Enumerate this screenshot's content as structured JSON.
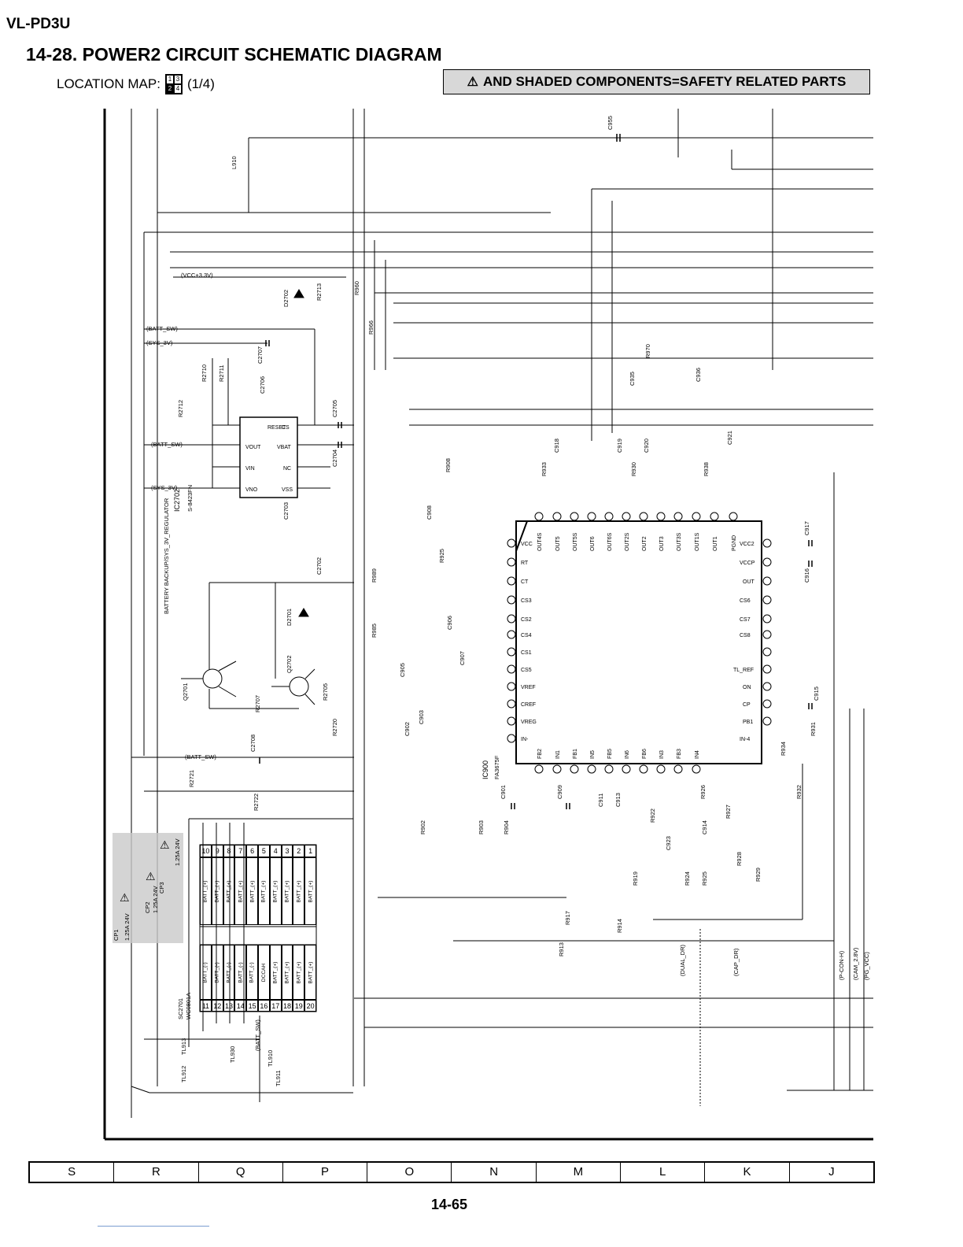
{
  "header": {
    "model": "VL-PD3U",
    "title": "14-28. POWER2 CIRCUIT SCHEMATIC DIAGRAM",
    "location_label": "LOCATION MAP:",
    "location_cells": [
      "1",
      "3",
      "2",
      "4"
    ],
    "location_page": "(1/4)",
    "safety_note": "AND SHADED COMPONENTS=SAFETY RELATED PARTS"
  },
  "ic2702": {
    "ref": "IC2702",
    "part": "S-8423FN",
    "pins": [
      "RESET",
      "CS",
      "VOUT",
      "VBAT",
      "VIN",
      "NC",
      "VNO",
      "VSS"
    ],
    "note": "BATTERY BACKUP/SYS_3V_REGULATOR"
  },
  "ic900": {
    "ref": "IC900",
    "part": "FA3675F",
    "top_pins": [
      "OUT4S",
      "OUT5",
      "OUT5S",
      "OUT6",
      "OUT6S",
      "OUT2S",
      "OUT2",
      "OUT3",
      "OUT3S",
      "OUT1S",
      "OUT1",
      "PGND"
    ],
    "left_pins": [
      "VCC",
      "RT",
      "CT",
      "CS3",
      "CS2",
      "CS4",
      "CS1",
      "CS5",
      "VREF",
      "CREF",
      "VREG",
      "IN-"
    ],
    "right_pins": [
      "VCC2",
      "VCCP",
      "OUT",
      "CS6",
      "CS7",
      "CS8",
      "TL_REF",
      "ON",
      "CP",
      "PB1",
      "IN-4"
    ],
    "bottom_pins": [
      "FB2",
      "IN1",
      "FB1",
      "IN5",
      "FB5",
      "IN6",
      "FB6",
      "IN3",
      "FB3",
      "IN4"
    ]
  },
  "components": {
    "l910": "L910",
    "r2712": "R2712",
    "r2710": "R2710",
    "r2711": "R2711",
    "c2707": "C2707",
    "c2706": "C2706",
    "c2705": "C2705",
    "c2704": "C2704",
    "c2703": "C2703",
    "c2702": "C2702",
    "c2708": "C2708",
    "d2702": "D2702",
    "d2701": "D2701",
    "r2713": "R2713",
    "q2701": "Q2701",
    "q2702": "Q2702",
    "r2721": "R2721",
    "r2722": "R2722",
    "r2705": "R2705",
    "r2720": "R2720",
    "r2707": "R2707",
    "r960": "R960",
    "r966": "R966",
    "r908": "R908",
    "c908": "C908",
    "r925": "R925",
    "r989": "R989",
    "r985": "R985",
    "c903": "C903",
    "c902": "C902",
    "c906": "C906",
    "c907": "C907",
    "c905": "C905",
    "c935": "C935",
    "c936": "C936",
    "r970": "R970",
    "r933": "R933",
    "r930": "R930",
    "r938": "R938",
    "c917": "C917",
    "c916": "C916",
    "c915": "C915",
    "r931": "R931",
    "r932": "R932",
    "r934": "R934",
    "c955": "C955",
    "c918": "C918",
    "c919": "C919",
    "c920": "C920",
    "c921": "C921",
    "c901": "C901",
    "c909": "C909",
    "c911": "C911",
    "c913": "C913",
    "r902": "R902",
    "r903": "R903",
    "r904": "R904",
    "r917": "R917",
    "r913": "R913",
    "r914": "R914",
    "r919": "R919",
    "r922": "R922",
    "r926": "R926",
    "r927": "R927",
    "r928": "R928",
    "c914": "C914",
    "c923": "C923",
    "r924": "R924",
    "r925b": "R925",
    "r929": "R929"
  },
  "nets": {
    "n1": "(VCC+3.3V)",
    "n2": "(BATT_SW)",
    "n3": "(SYS_3V)",
    "n4": "(BATT_SW)",
    "n5": "(SYS_3V)",
    "n6": "(BATT_SW)",
    "n7": "(BATT_SW)",
    "n8": "(DUAL_DR)",
    "n9": "(CAP_DR)",
    "n10": "(P-CON-H)",
    "n11": "(CAM_2.8V)",
    "n12": "(PG_VCC)"
  },
  "connector": {
    "ref": "SC2701",
    "part": "WC0801A",
    "left_pins": [
      "10",
      "9",
      "8",
      "7",
      "6",
      "5",
      "4",
      "3",
      "2",
      "1"
    ],
    "left_names": [
      "BATT_(+)",
      "BATT_(+)",
      "BATT_(+)",
      "BATT_(+)",
      "BATT_(+)",
      "BATT_(+)",
      "BATT_(+)",
      "BATT_(+)",
      "BATT_(+)",
      "BATT_(+)"
    ],
    "right_pins": [
      "11",
      "12",
      "13",
      "14",
      "15",
      "16",
      "17",
      "18",
      "19",
      "20"
    ],
    "right_names": [
      "BATT_(-)",
      "BATT_(-)",
      "BATT_(-)",
      "BATT_(-)",
      "BATT_(-)",
      "DCCAH",
      "BATT_(+)",
      "BATT_(+)",
      "BATT_(+)",
      "BATT_(+)"
    ]
  },
  "fuses": {
    "cp1": "CP1",
    "cp2": "CP2",
    "cp3": "CP3",
    "rating1": "1.25A 24V",
    "rating2": "1.25A 24V",
    "rating3": "1.25A 24V"
  },
  "testpoints": [
    "TL912",
    "TL913",
    "TL930",
    "TL910",
    "TL911"
  ],
  "grid_columns": [
    "S",
    "R",
    "Q",
    "P",
    "O",
    "N",
    "M",
    "L",
    "K",
    "J"
  ],
  "page_number": "14-65"
}
